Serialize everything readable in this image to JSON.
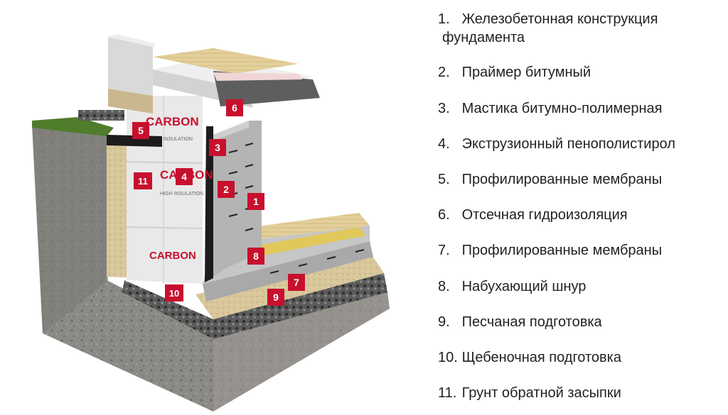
{
  "diagram": {
    "brand": "CARBON",
    "brand_sub": "HIGH INSULATION",
    "markers": [
      "1",
      "2",
      "3",
      "4",
      "5",
      "6",
      "7",
      "8",
      "9",
      "10",
      "11"
    ]
  },
  "legend": {
    "items": [
      {
        "num": "1.",
        "text": "Железобетонная конструкция",
        "cont": "фундамента"
      },
      {
        "num": "2.",
        "text": "Праймер битумный"
      },
      {
        "num": "3.",
        "text": "Мастика битумно-полимерная"
      },
      {
        "num": "4.",
        "text": "Экструзионный пенополистирол"
      },
      {
        "num": "5.",
        "text": "Профилированные мембраны"
      },
      {
        "num": "6.",
        "text": "Отсечная гидроизоляция"
      },
      {
        "num": "7.",
        "text": "Профилированные мембраны"
      },
      {
        "num": "8.",
        "text": "Набухающий шнур"
      },
      {
        "num": "9.",
        "text": "Песчаная подготовка"
      },
      {
        "num": "10.",
        "text": "Щебеночная подготовка"
      },
      {
        "num": "11.",
        "text": "Грунт обратной засыпки"
      }
    ]
  }
}
